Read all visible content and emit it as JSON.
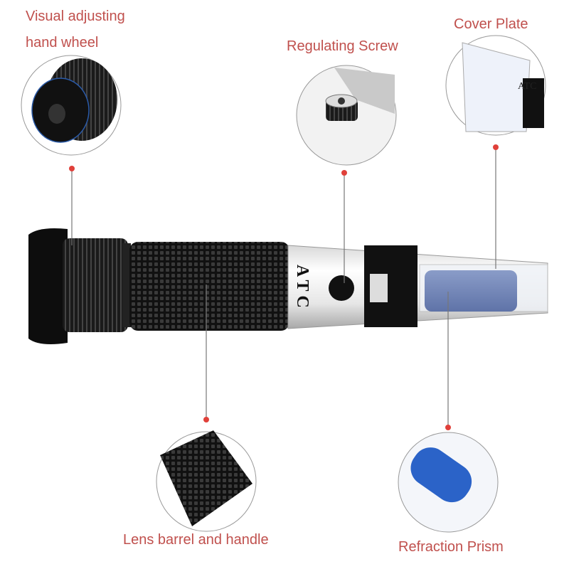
{
  "labels": {
    "hand_wheel_line1": "Visual adjusting",
    "hand_wheel_line2": "hand wheel",
    "regulating_screw": "Regulating Screw",
    "cover_plate": "Cover Plate",
    "lens_barrel": "Lens barrel and handle",
    "refraction_prism": "Refraction Prism"
  },
  "device": {
    "marking": "ATC"
  },
  "colors": {
    "label": "#c0504d",
    "dot": "#e0403a",
    "prism": "#4a6fb8"
  }
}
